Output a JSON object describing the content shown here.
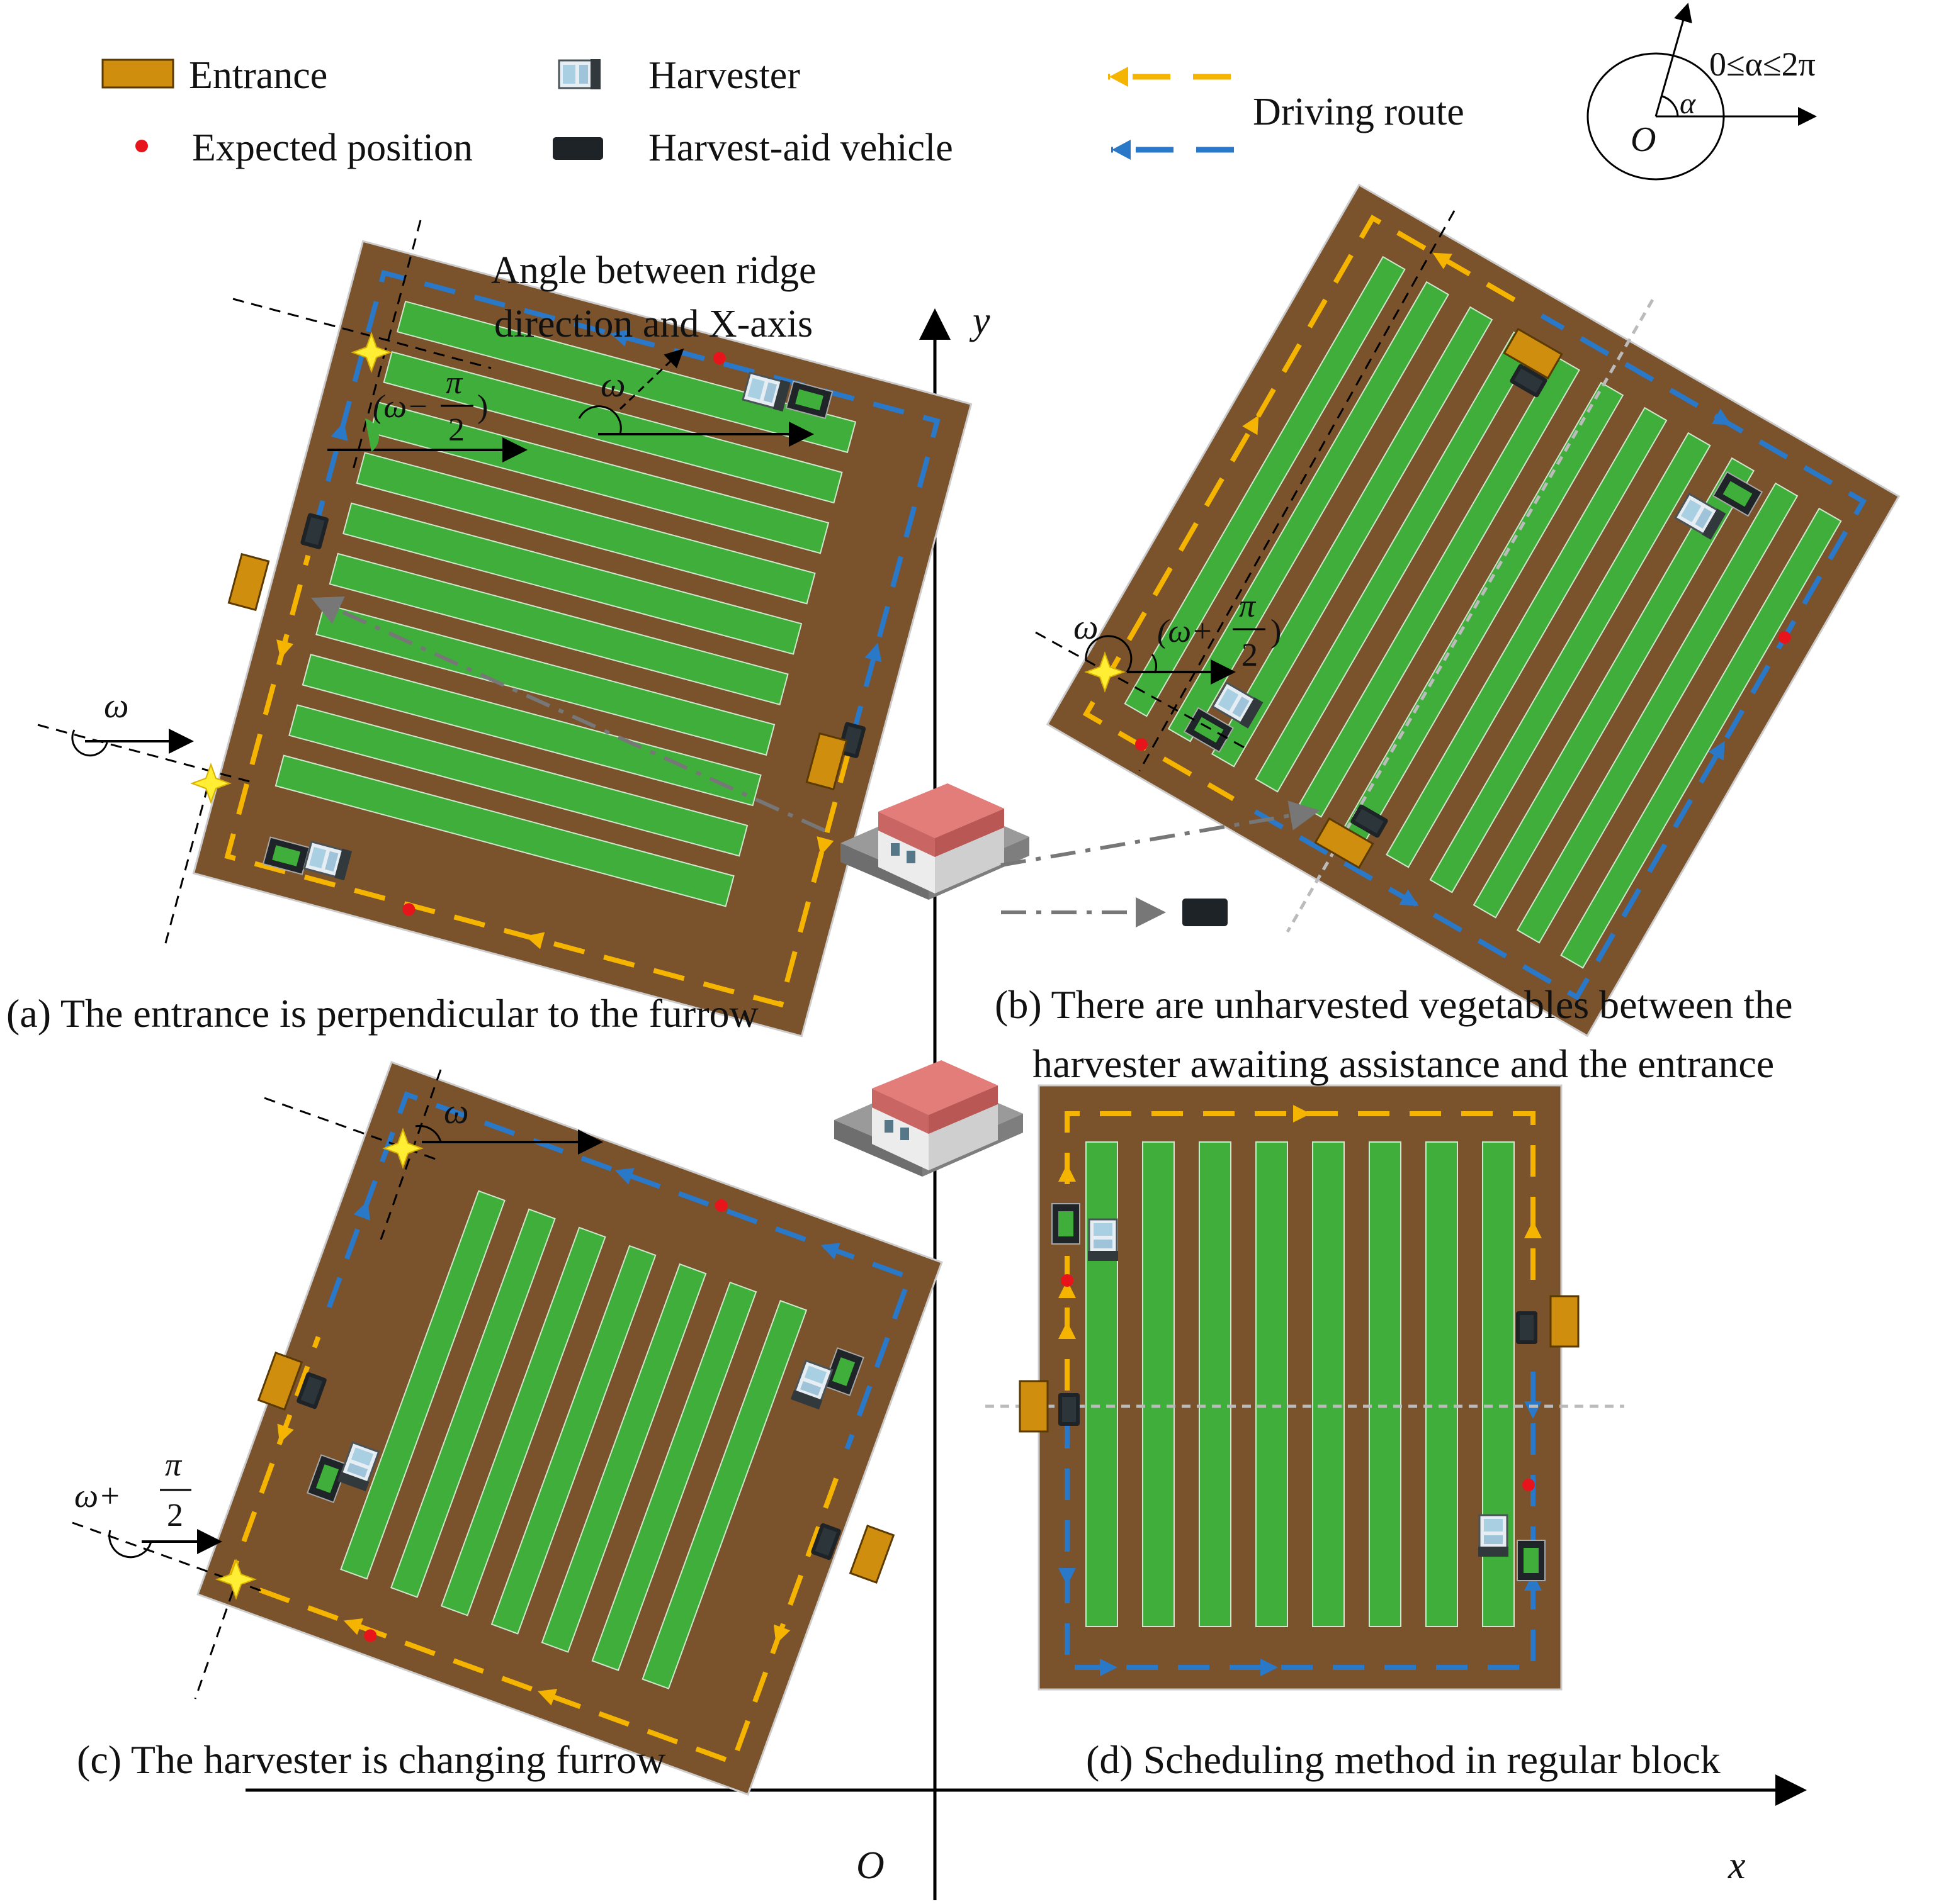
{
  "legend": {
    "entrance": "Entrance",
    "harvester": "Harvester",
    "expected_position": "Expected position",
    "harvest_aid_vehicle": "Harvest-aid vehicle",
    "driving_route": "Driving route"
  },
  "angle_inset": {
    "range_label": "0≤α≤2π",
    "alpha": "α",
    "origin": "O"
  },
  "axes": {
    "x": "x",
    "y": "y",
    "origin": "O"
  },
  "annotations": {
    "ridge_angle_line1": "Angle between ridge",
    "ridge_angle_line2": "direction and X-axis",
    "omega": "ω",
    "omega_minus_prefix": "(ω−",
    "omega_plus_prefix": "(ω+",
    "omega_plus_plain": "ω+",
    "pi": "π",
    "two": "2",
    "close_paren": ")"
  },
  "captions": {
    "a": "(a) The entrance is perpendicular to the furrow",
    "b_line1": "(b)  There are unharvested vegetables between the",
    "b_line2": "harvester awaiting assistance and the entrance",
    "c": "(c) The harvester is changing furrow",
    "d": "(d) Scheduling method in regular block"
  },
  "colors": {
    "field": "#7a522c",
    "crop": "#3fae3a",
    "entrance": "#d08e0e",
    "route_orange": "#f5b400",
    "route_blue": "#2a78c8",
    "expected_dot": "#e8141c",
    "vehicle": "#1d2326",
    "marker": "#ffee33"
  },
  "icons": [
    "entrance-icon",
    "harvester-icon",
    "expected-position-dot",
    "harvest-aid-vehicle-icon",
    "star-marker-icon",
    "depot-building-icon"
  ]
}
